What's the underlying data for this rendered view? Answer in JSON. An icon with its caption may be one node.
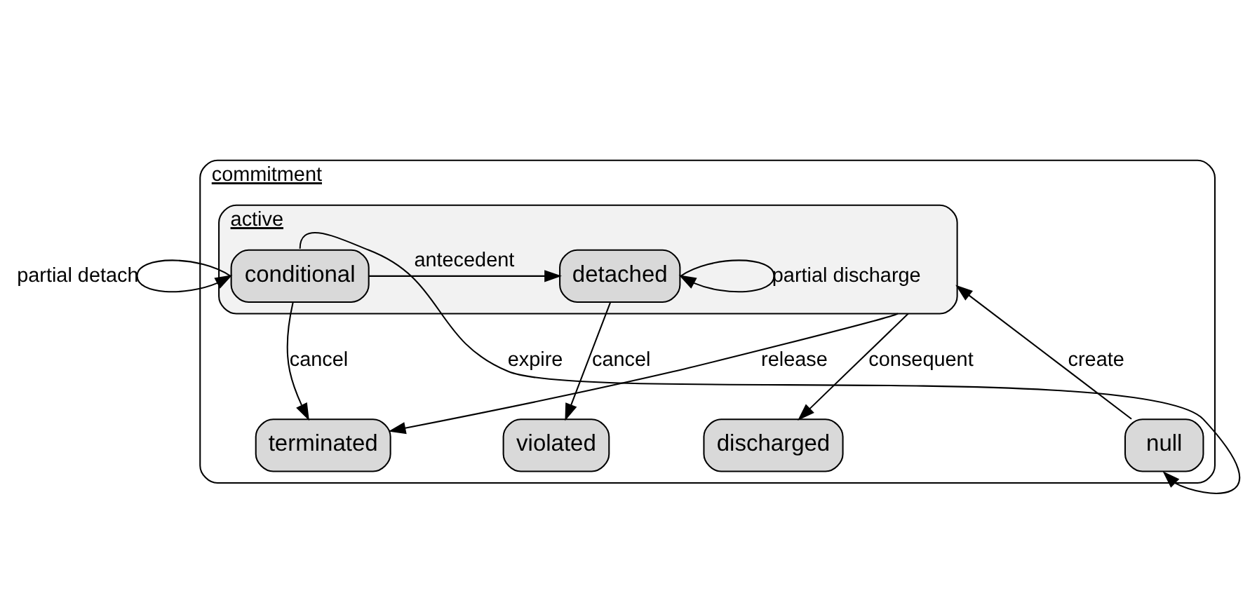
{
  "diagram": {
    "nodes": [
      {
        "text": [
          "commitment"
        ]
      },
      {
        "text": [
          "null"
        ],
        "in": 0
      },
      {
        "text": [
          "active"
        ],
        "in": 0
      },
      {
        "text": [
          "conditional"
        ],
        "in": 2
      },
      {
        "text": [
          "detached"
        ],
        "in": 2
      },
      {
        "text": [
          "terminated"
        ],
        "in": 0
      },
      {
        "text": [
          "discharged"
        ],
        "in": 0
      },
      {
        "text": [
          "violated"
        ],
        "in": 0
      }
    ],
    "edges": [
      {
        "from": 1,
        "to": 2,
        "arrow": "to",
        "label": "create"
      },
      {
        "from": 3,
        "to": 1,
        "arrow": "to",
        "label": "expire"
      },
      {
        "from": 3,
        "to": 3,
        "arrow": "to",
        "label": "partial detach"
      },
      {
        "from": 3,
        "to": 4,
        "arrow": "to",
        "label": "antecedent"
      },
      {
        "from": 4,
        "to": 4,
        "arrow": "to",
        "label": "partial discharge"
      },
      {
        "from": 2,
        "to": 5,
        "arrow": "to",
        "label": "release"
      },
      {
        "from": 3,
        "to": 5,
        "arrow": "to",
        "label": "cancel"
      },
      {
        "from": 2,
        "to": 6,
        "arrow": "to",
        "label": "consequent"
      },
      {
        "from": 4,
        "to": 7,
        "arrow": "to",
        "label": "cancel"
      }
    ]
  }
}
